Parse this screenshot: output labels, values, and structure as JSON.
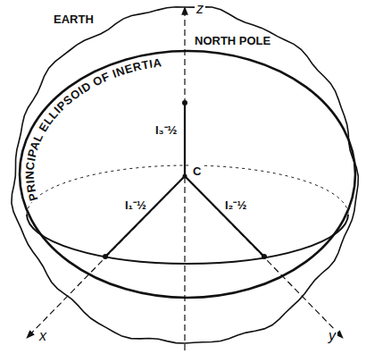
{
  "diagram": {
    "labels": [
      "EARTH",
      "NORTH POLE",
      "PRINCIPAL ELLIPSOID OF INERTIA",
      "I₁⁻½",
      "I₂⁻½",
      "I₃⁻½",
      "C",
      "x",
      "y",
      "z"
    ]
  }
}
